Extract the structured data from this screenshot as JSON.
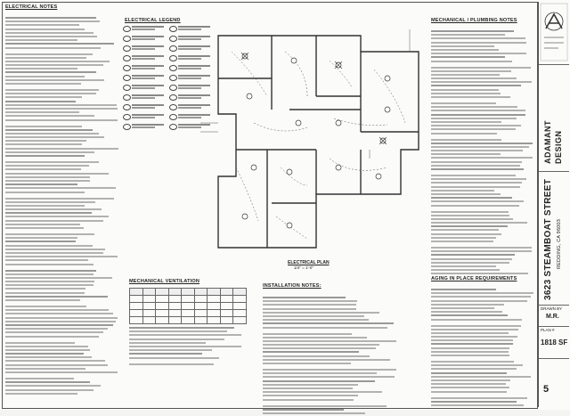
{
  "sheet": {
    "electrical_notes_header": "ELECTRICAL NOTES",
    "legend_header": "ELECTRICAL LEGEND",
    "plan_caption": "ELECTRICAL PLAN",
    "plan_scale": "1/4\" = 1'-0\"",
    "ventilation_header": "MECHANICAL VENTILATION",
    "installation_header": "INSTALLATION NOTES:",
    "mech_header": "MECHANICAL / PLUMBING NOTES",
    "aging_header": "AGING IN PLACE REQUIREMENTS"
  },
  "title_block": {
    "firm_line1": "ADAMANT",
    "firm_line2": "DESIGN",
    "address": "3623 STEAMBOAT STREET",
    "city": "REDDING, CA 96003",
    "drawn_by_label": "DRAWN BY",
    "drawn_by": "M.R.",
    "plan_label": "PLAN #",
    "area": "1818 SF",
    "sheet_number": "5"
  },
  "colors": {
    "ink": "#222222",
    "paper": "#fbfbf9",
    "logo_accent": "#c9d3dc"
  }
}
